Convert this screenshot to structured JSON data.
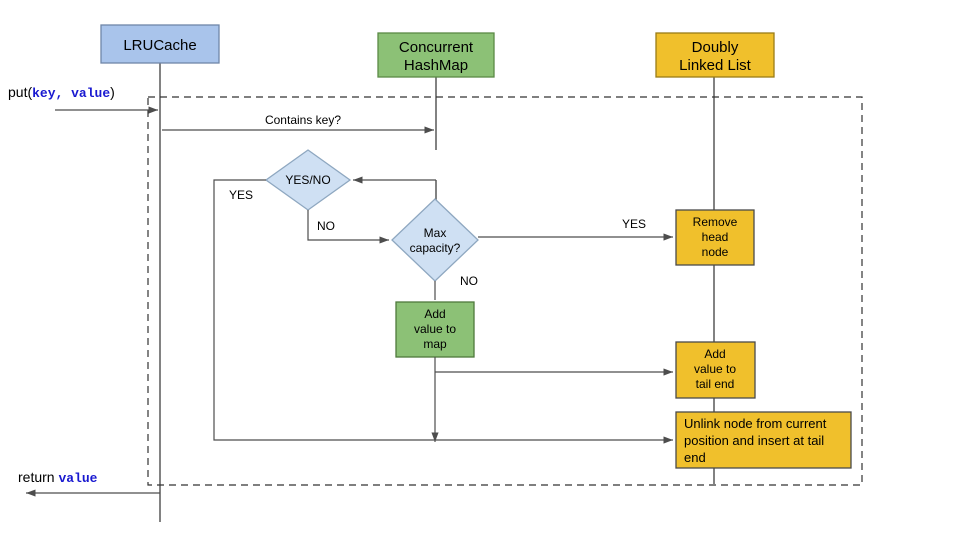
{
  "diagram": {
    "title_participants": [
      {
        "id": "lrucache",
        "label": "LRUCache",
        "color": "#a9c4eb",
        "stroke": "#6f86a8"
      },
      {
        "id": "concurrent-hashmap",
        "label_line1": "Concurrent",
        "label_line2": "HashMap",
        "color": "#8cc176",
        "stroke": "#5b8a46"
      },
      {
        "id": "doubly-linked-list",
        "label_line1": "Doubly",
        "label_line2": "Linked List",
        "color": "#f0c02c",
        "stroke": "#9a7c17"
      }
    ],
    "messages": {
      "put_call_prefix": "put(",
      "put_call_args": "key, value",
      "put_call_suffix": ")",
      "return_prefix": "return ",
      "return_value": "value",
      "contains_key": "Contains key?"
    },
    "decisions": [
      {
        "id": "yes-no",
        "label": "YES/NO",
        "color": "#cfe0f3",
        "stroke": "#8ea7c0"
      },
      {
        "id": "max-capacity",
        "label_line1": "Max",
        "label_line2": "capacity?",
        "color": "#cfe0f3",
        "stroke": "#8ea7c0"
      }
    ],
    "edge_labels": {
      "yes_from_yesno": "YES",
      "no_from_yesno": "NO",
      "yes_from_capacity": "YES",
      "no_from_capacity": "NO"
    },
    "action_boxes": [
      {
        "id": "add-value-to-map",
        "lines": [
          "Add",
          "value to",
          "map"
        ],
        "color": "#8cc176",
        "stroke": "#4f7a3c"
      },
      {
        "id": "remove-head-node",
        "lines": [
          "Remove",
          "head",
          "node"
        ],
        "color": "#f0c02c",
        "stroke": "#4a4a4a"
      },
      {
        "id": "add-value-to-tail-end",
        "lines": [
          "Add",
          "value to",
          "tail end"
        ],
        "color": "#f0c02c",
        "stroke": "#4a4a4a"
      },
      {
        "id": "unlink-node",
        "lines": [
          "Unlink node from current",
          "position and insert at tail",
          "end"
        ],
        "color": "#f0c02c",
        "stroke": "#4a4a4a"
      }
    ],
    "colors": {
      "lifeline": "#4d4d4d",
      "arrow": "#4d4d4d",
      "frame_dash": "#333333",
      "blue_code": "#1818d0"
    }
  }
}
